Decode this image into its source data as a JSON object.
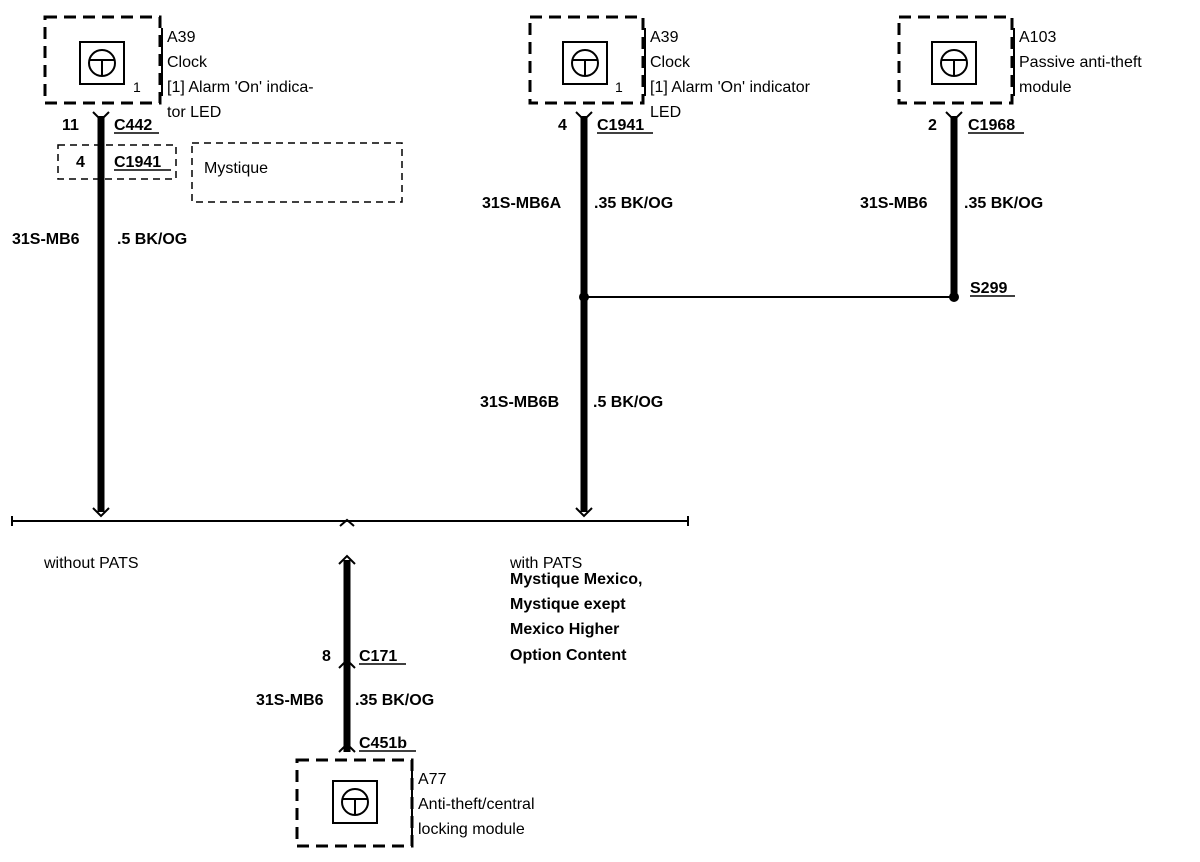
{
  "components": {
    "a39_left": {
      "id": "A39",
      "name": "Clock",
      "desc_line1": "[1] Alarm 'On' indica-",
      "desc_line2": "tor LED",
      "pin_num": "1",
      "icon": "module-symbol-icon"
    },
    "a39_right": {
      "id": "A39",
      "name": "Clock",
      "desc_line1": "[1] Alarm 'On' indicator",
      "desc_line2": "LED",
      "pin_num": "1",
      "icon": "module-symbol-icon"
    },
    "a103": {
      "id": "A103",
      "name_line1": "Passive anti-theft",
      "name_line2": "module",
      "icon": "module-symbol-icon"
    },
    "a77": {
      "id": "A77",
      "name_line1": "Anti-theft/central",
      "name_line2": "locking module",
      "icon": "module-symbol-icon"
    }
  },
  "connectors": {
    "left_top": {
      "pin": "11",
      "id": "C442"
    },
    "left_alt": {
      "pin": "4",
      "id": "C1941",
      "variant_label": "Mystique"
    },
    "mid_top": {
      "pin": "4",
      "id": "C1941"
    },
    "right_top": {
      "pin": "2",
      "id": "C1968"
    },
    "bottom_mid": {
      "pin": "8",
      "id": "C171"
    },
    "bottom_a77": {
      "id": "C451b"
    }
  },
  "splice": {
    "id": "S299"
  },
  "wires": {
    "left": {
      "circuit": "31S-MB6",
      "gauge_color": ".5 BK/OG"
    },
    "mid_upper": {
      "circuit": "31S-MB6A",
      "gauge_color": ".35 BK/OG"
    },
    "mid_lower": {
      "circuit": "31S-MB6B",
      "gauge_color": ".5 BK/OG"
    },
    "right": {
      "circuit": "31S-MB6",
      "gauge_color": ".35 BK/OG"
    },
    "bottom": {
      "circuit": "31S-MB6",
      "gauge_color": ".35 BK/OG"
    }
  },
  "options": {
    "left": "without PATS",
    "right": "with PATS",
    "right_notes": [
      "Mystique Mexico,",
      "Mystique exept",
      "Mexico Higher",
      "Option Content"
    ]
  }
}
